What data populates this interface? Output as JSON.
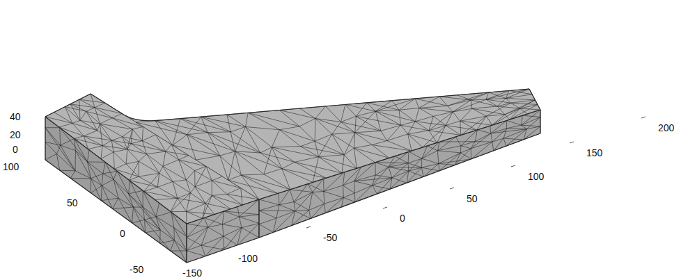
{
  "diagram": {
    "labels": [
      "40",
      "20",
      "0",
      "100",
      "50",
      "0",
      "-50",
      "-150",
      "-100",
      "-50",
      "0",
      "50",
      "100",
      "150",
      "200"
    ]
  }
}
